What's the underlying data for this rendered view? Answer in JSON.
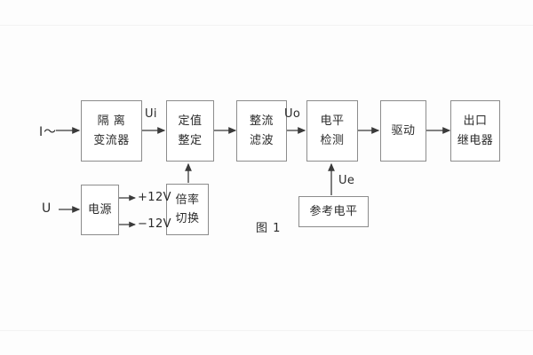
{
  "figure": {
    "caption": "图 1",
    "inputs": {
      "current": "I～",
      "voltage": "U"
    },
    "signals": {
      "ui": "Ui",
      "uo": "Uo",
      "ue": "Ue"
    },
    "rails": {
      "positive": "+12V",
      "negative": "−12V"
    },
    "blocks": [
      {
        "id": "isolating-transformer",
        "lines": [
          "隔 离",
          "变流器"
        ]
      },
      {
        "id": "setting-value",
        "lines": [
          "定值",
          "整定"
        ]
      },
      {
        "id": "rectify-filter",
        "lines": [
          "整流",
          "滤波"
        ]
      },
      {
        "id": "level-detection",
        "lines": [
          "电平",
          "检测"
        ]
      },
      {
        "id": "drive",
        "lines": [
          "驱动"
        ]
      },
      {
        "id": "output-relay",
        "lines": [
          "出口",
          "继电器"
        ]
      },
      {
        "id": "power-supply",
        "lines": [
          "电源"
        ]
      },
      {
        "id": "multiplier-switch",
        "lines": [
          "倍率",
          "切换"
        ]
      },
      {
        "id": "reference-level",
        "lines": [
          "参考电平"
        ]
      }
    ],
    "colors": {
      "stroke": "#8c8c8c",
      "text": "#2b2b2b",
      "arrow": "#3a3a3a",
      "background": "#fdfdfd"
    }
  }
}
